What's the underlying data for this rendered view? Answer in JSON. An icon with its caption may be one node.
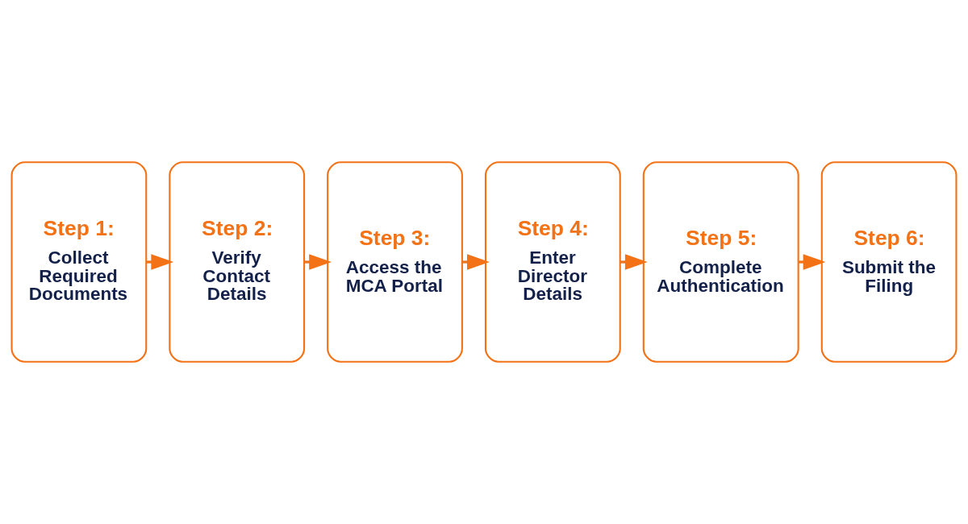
{
  "diagram": {
    "nodes": [
      {
        "text": [
          "Step 1:",
          "Collect Required Documents"
        ]
      },
      {
        "text": [
          "Step 2:",
          "Verify Contact Details"
        ]
      },
      {
        "text": [
          "Step 3:",
          "Access the MCA Portal"
        ]
      },
      {
        "text": [
          "Step 4:",
          "Enter Director Details"
        ]
      },
      {
        "text": [
          "Step 5:",
          "Complete Authentication"
        ]
      },
      {
        "text": [
          "Step 6:",
          "Submit the Filing"
        ]
      }
    ],
    "edges": [
      {
        "from": 0,
        "to": 1,
        "arrow": "to"
      },
      {
        "from": 1,
        "to": 2,
        "arrow": "to"
      },
      {
        "from": 2,
        "to": 3,
        "arrow": "to"
      },
      {
        "from": 3,
        "to": 4,
        "arrow": "to"
      },
      {
        "from": 4,
        "to": 5,
        "arrow": "to"
      }
    ]
  }
}
